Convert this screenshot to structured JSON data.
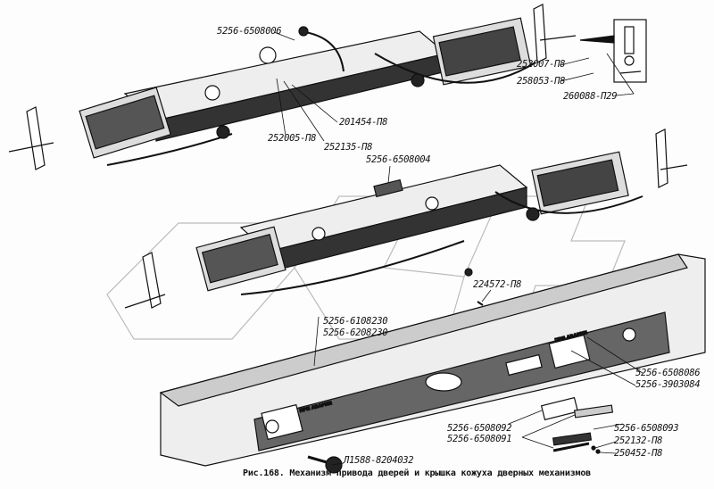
{
  "caption": "Рис.168. Механизм привода дверей и крышка кожуха дверных механизмов",
  "panel_text": "ПРИ АВАРИИ",
  "labels": {
    "l1": "5256-6508006",
    "l2": "252007-П8",
    "l3": "258053-П8",
    "l4": "260088-П29",
    "l5": "201454-П8",
    "l6": "252005-П8",
    "l7": "252135-П8",
    "l8": "5256-6508004",
    "l9": "224572-П8",
    "l10": "5256-6108230",
    "l11": "5256-6208230",
    "l12": "5256-6508086",
    "l13": "5256-3903084",
    "l14": "5256-6508092",
    "l15": "5256-6508091",
    "l16": "5256-6508093",
    "l17": "252132-П8",
    "l18": "250452-П8",
    "l19": "Л1588-8204032"
  }
}
